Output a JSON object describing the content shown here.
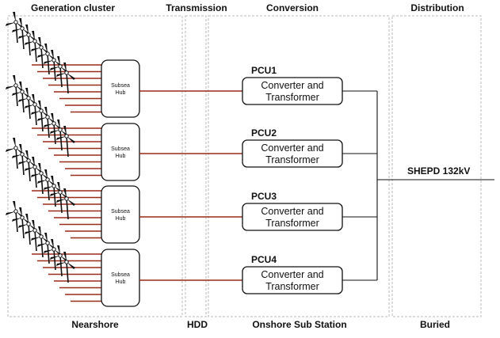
{
  "headers": {
    "generation": "Generation cluster",
    "transmission": "Transmission",
    "conversion": "Conversion",
    "distribution": "Distribution"
  },
  "footers": {
    "generation": "Nearshore",
    "transmission": "HDD",
    "conversion": "Onshore Sub Station",
    "distribution": "Buried"
  },
  "hubs": [
    {
      "line1": "Subsea",
      "line2": "Hub"
    },
    {
      "line1": "Subsea",
      "line2": "Hub"
    },
    {
      "line1": "Subsea",
      "line2": "Hub"
    },
    {
      "line1": "Subsea",
      "line2": "Hub"
    }
  ],
  "pcus": [
    {
      "label": "PCU1",
      "line1": "Converter and",
      "line2": "Transformer"
    },
    {
      "label": "PCU2",
      "line1": "Converter and",
      "line2": "Transformer"
    },
    {
      "label": "PCU3",
      "line1": "Converter and",
      "line2": "Transformer"
    },
    {
      "label": "PCU4",
      "line1": "Converter and",
      "line2": "Transformer"
    }
  ],
  "distribution_label": "SHEPD 132kV",
  "colors": {
    "cable": "#9a2a1c",
    "line": "#111111",
    "zone_border": "#b8b8b8"
  }
}
